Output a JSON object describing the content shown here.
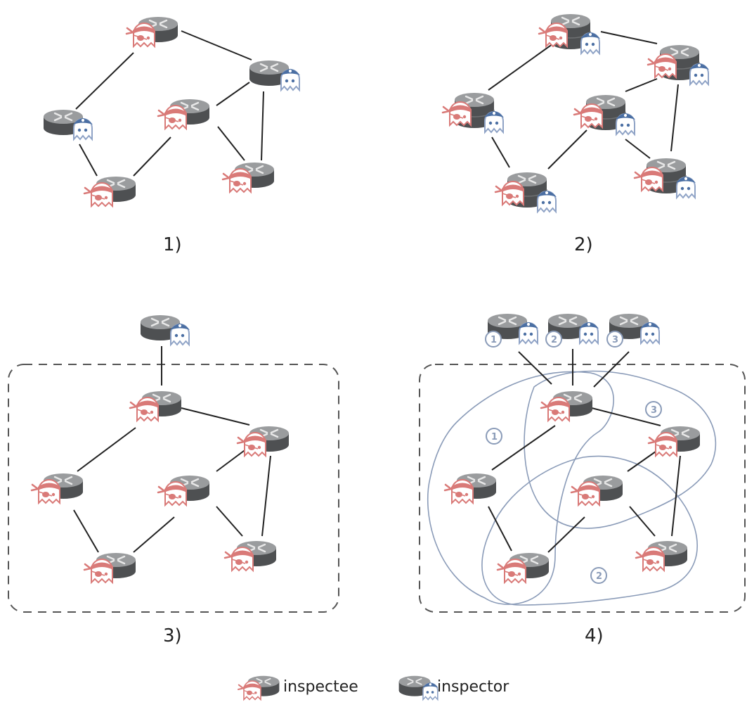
{
  "panels": [
    {
      "id": "p1",
      "caption": "1)"
    },
    {
      "id": "p2",
      "caption": "2)"
    },
    {
      "id": "p3",
      "caption": "3)"
    },
    {
      "id": "p4",
      "caption": "4)"
    }
  ],
  "panel4": {
    "inspector_badges": [
      "1",
      "2",
      "3"
    ],
    "region_badges": [
      "1",
      "2",
      "3"
    ]
  },
  "legend": {
    "inspectee": "inspectee",
    "inspector": "inspector"
  },
  "colors": {
    "router": "#5b5d5f",
    "router_top": "#8d8f91",
    "inspectee": "#d97a78",
    "inspector": "#8fa3c6",
    "inspector_hat": "#4b6fa3",
    "region": "#8a9bb8",
    "dashed": "#555555"
  }
}
